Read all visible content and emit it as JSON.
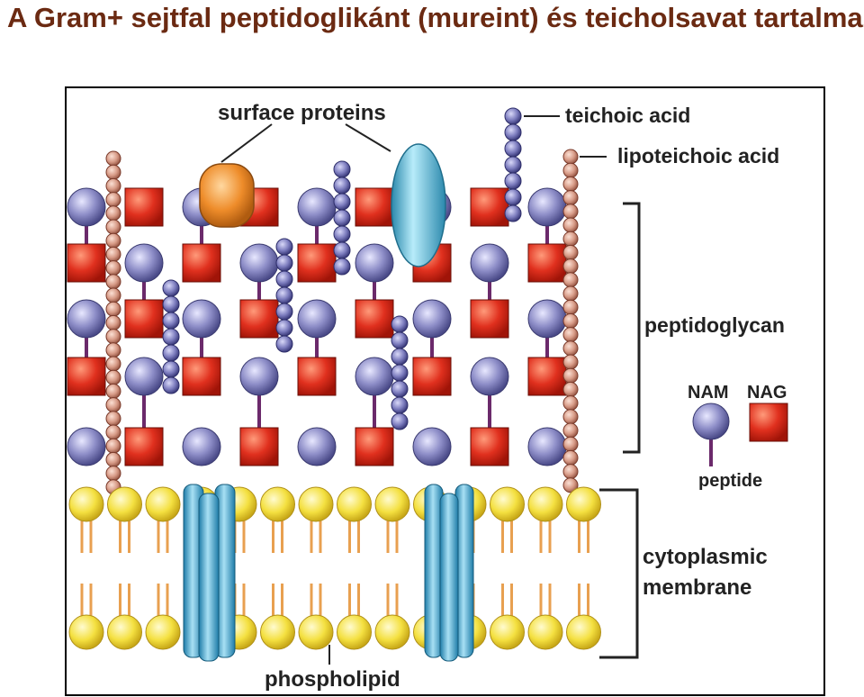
{
  "slide": {
    "title": "A Gram+ sejtfal peptidoglikánt (mureint) és teicholsavat tartalmaz",
    "title_color": "#6b2a12"
  },
  "diagram": {
    "labels": {
      "surface_proteins": "surface proteins",
      "teichoic_acid": "teichoic acid",
      "lipoteichoic_acid": "lipoteichoic acid",
      "peptidoglycan": "peptidoglycan",
      "nam": "NAM",
      "nag": "NAG",
      "peptide": "peptide",
      "cytoplasmic_membrane_line1": "cytoplasmic",
      "cytoplasmic_membrane_line2": "membrane",
      "phospholipid": "phospholipid"
    },
    "colors": {
      "nam_sphere": "#8e8ec8",
      "nag_square": "#d8281c",
      "peptide_link": "#6b2a6b",
      "teichoic_bead": "#7c7cbe",
      "lipoteichoic_bead": "#d79a86",
      "surface_protein_orange": "#ee8c2a",
      "surface_protein_blue": "#4aaecc",
      "membrane_protein": "#3aa0c8",
      "phospholipid_head": "#f4e040",
      "phospholipid_tail": "#e8a050"
    },
    "icons": [
      "nam-sphere-icon",
      "nag-square-icon"
    ]
  }
}
